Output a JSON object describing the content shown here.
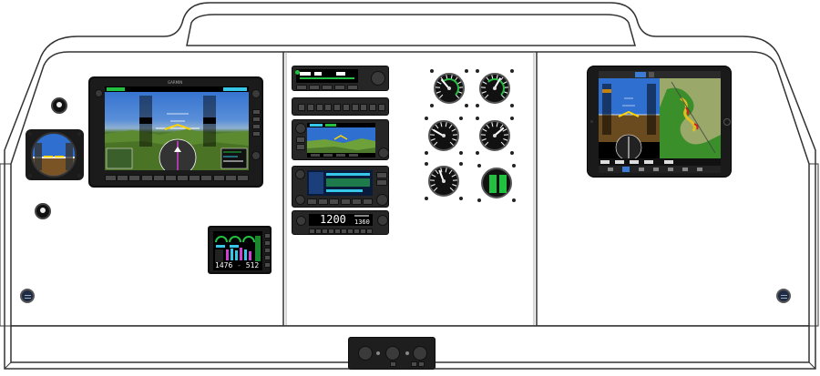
{
  "brand": {
    "pfd_label": "GARMIN"
  },
  "transponder": {
    "squawk": "1200",
    "pressure_alt": "1360"
  },
  "engine_monitor": {
    "readout_left": "1476",
    "readout_right": "512"
  },
  "colors": {
    "panel_fill": "#ffffff",
    "panel_line": "#333333",
    "bezel": "#1b1b1b",
    "sky": "#2f6fd0",
    "ground": "#6a4a1f",
    "terrain": "#4e7a2e",
    "lcd_green": "#22c040",
    "lcd_cyan": "#35c6e8",
    "lcd_magenta": "#d040d0"
  },
  "icons": [
    "screw-icon",
    "circuit-breaker-icon",
    "vent-icon",
    "knob-icon",
    "needle-icon"
  ]
}
